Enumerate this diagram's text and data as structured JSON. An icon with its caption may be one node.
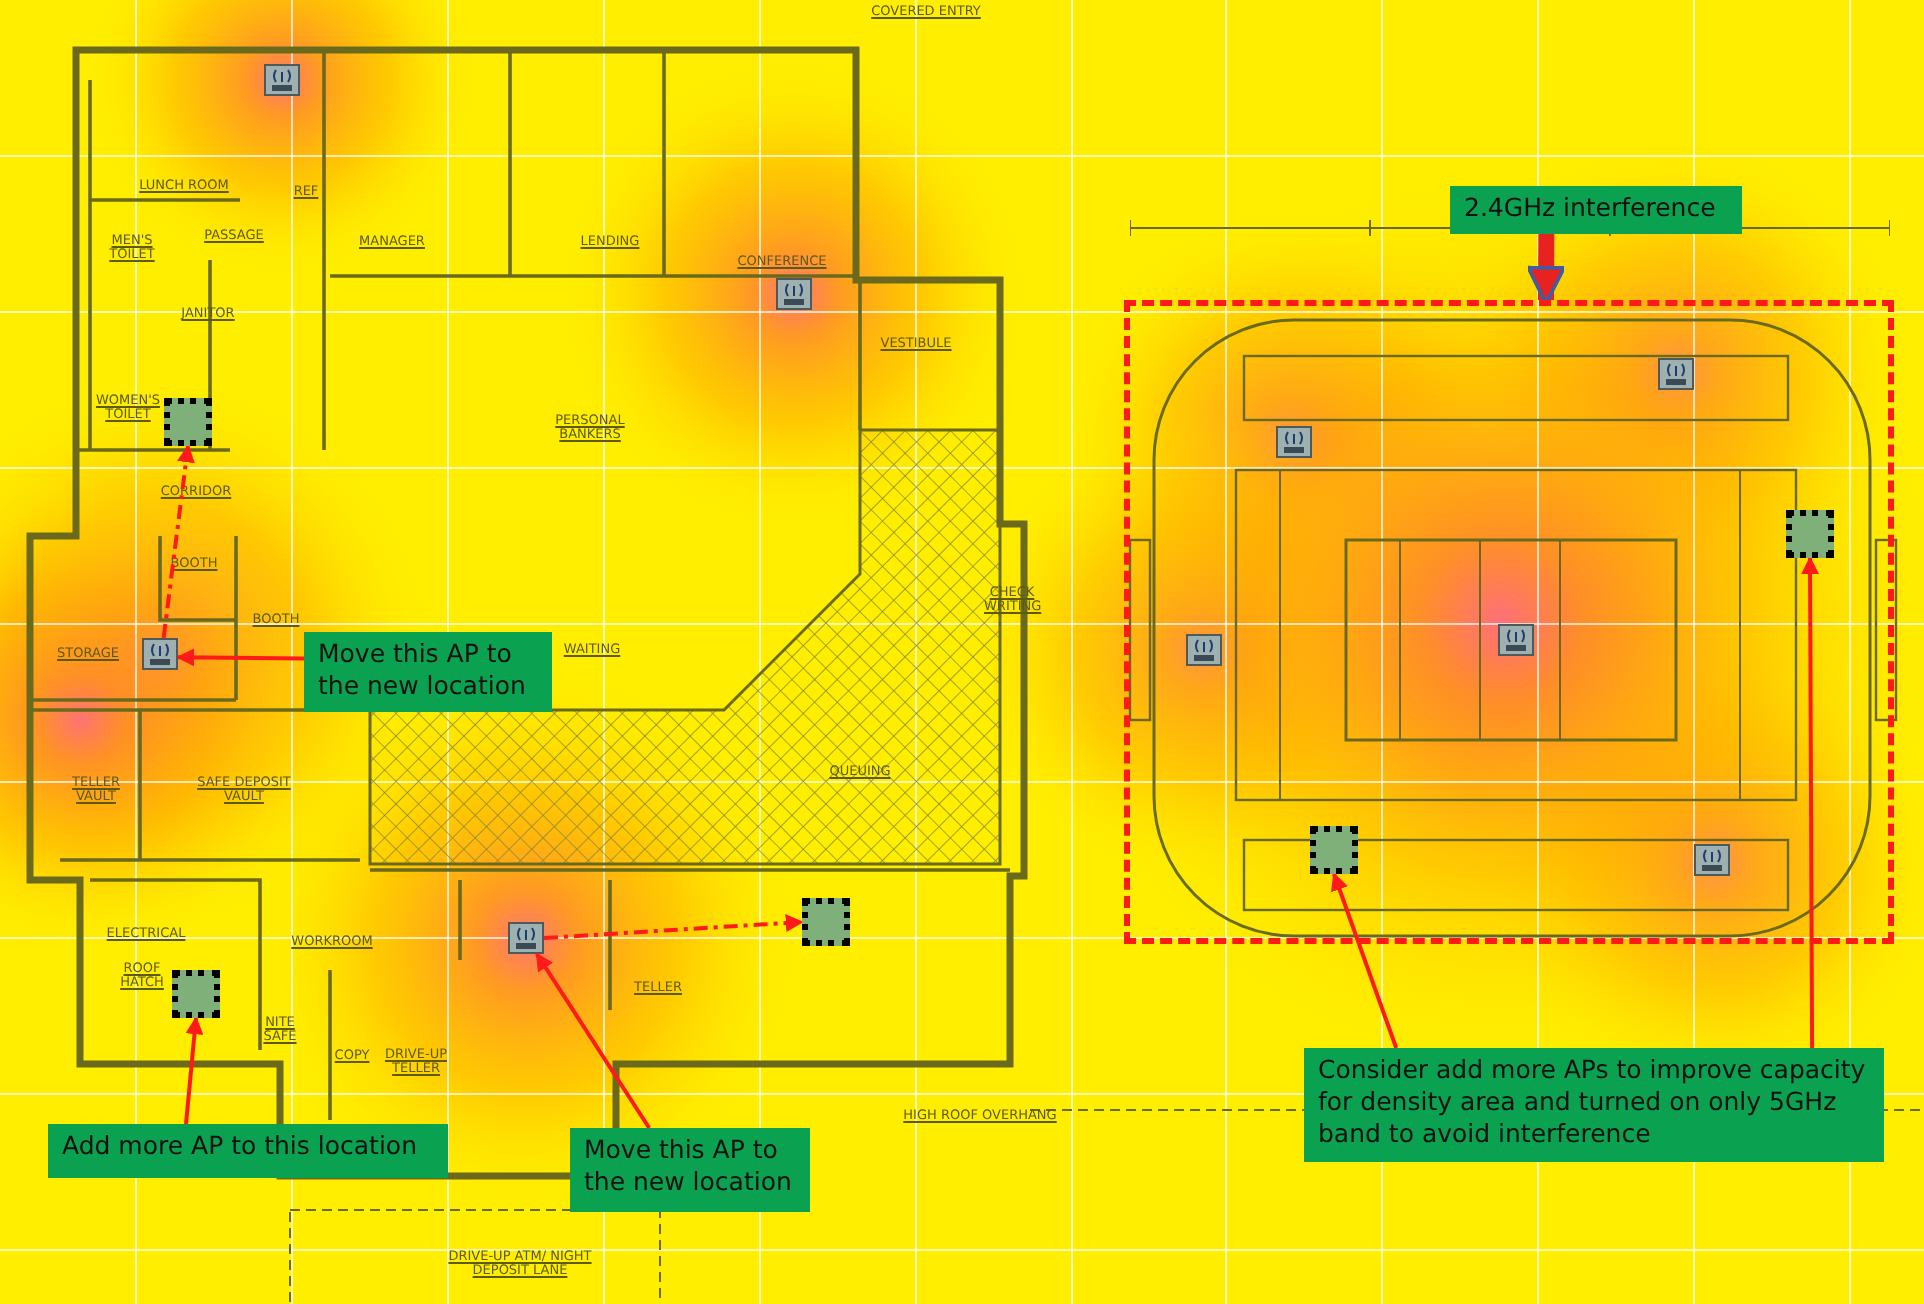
{
  "diagram": {
    "nodes": [
      {
        "text": [
          "2.4GHz interference"
        ]
      },
      {
        "text": [],
        "shape": "box"
      },
      {
        "text": [],
        "shape": "box"
      },
      {
        "text": [],
        "shape": "box",
        "in": 1
      },
      {
        "text": [
          "Move this AP to the new location"
        ]
      },
      {
        "text": [],
        "shape": "picture"
      },
      {
        "text": [],
        "shape": "box",
        "in": 1
      },
      {
        "text": [],
        "shape": "picture"
      },
      {
        "text": [],
        "shape": "box"
      },
      {
        "text": [],
        "shape": "box"
      },
      {
        "text": [
          "Consider add more APs to improve capacity for density area and turned on only 5GHz band to avoid interference"
        ]
      },
      {
        "text": [
          "Add more AP to this location"
        ]
      },
      {
        "text": [
          "Move this AP to the new location"
        ]
      }
    ],
    "edges": [
      {
        "from": 0,
        "to": 1,
        "arrow": "to",
        "style": "thick"
      },
      {
        "from": 4,
        "to": 5,
        "arrow": "to"
      },
      {
        "from": 5,
        "to": 2,
        "arrow": "to",
        "style": "dashed"
      },
      {
        "from": 11,
        "to": 9,
        "arrow": "to"
      },
      {
        "from": 12,
        "to": 7,
        "arrow": "to"
      },
      {
        "from": 7,
        "to": 8,
        "arrow": "to",
        "style": "dashed"
      },
      {
        "from": 10,
        "to": 6,
        "arrow": "to"
      },
      {
        "from": 10,
        "to": 3,
        "arrow": "to"
      }
    ],
    "labels": [
      "COVERED ENTRY",
      "LUNCH ROOM",
      "REF",
      "MEN'S TOILET",
      "PASSAGE",
      "MANAGER",
      "LENDING",
      "CONFERENCE",
      "JANITOR",
      "VESTIBULE",
      "WOMEN'S TOILET",
      "PERSONAL BANKERS",
      "CORRIDOR",
      "BOOTH",
      "BOOTH",
      "STORAGE",
      "WAITING",
      "CHECK WRITING",
      "TELLER VAULT",
      "SAFE DEPOSIT VAULT",
      "QUEUING",
      "ELECTRICAL",
      "ROOF HATCH",
      "WORKROOM",
      "NITE SAFE",
      "COPY",
      "DRIVE-UP TELLER",
      "TELLER",
      "HIGH ROOF OVERHANG",
      "DRIVE-UP ATM/ NIGHT DEPOSIT LANE"
    ]
  }
}
